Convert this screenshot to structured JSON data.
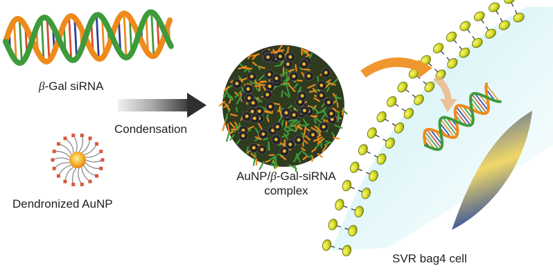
{
  "labels": {
    "sirna_prefix": "β",
    "sirna_name": "-Gal siRNA",
    "condensation": "Condensation",
    "aunp": "Dendronized AuNP",
    "complex_part1": "AuNP/",
    "complex_beta": "β",
    "complex_part2": "-Gal-siRNA",
    "complex_line2": "complex",
    "cell": "SVR bag4 cell"
  },
  "colors": {
    "helix_green": "#3f9a3a",
    "helix_orange": "#ee8a1c",
    "base_pair_blue": "#2c3f9a",
    "gold_core": "#f6b12c",
    "dendron_red": "#d8573a",
    "lipid_head": "#d2d61f",
    "cell_interior": "#c9eef3",
    "nucleus": "#3656a6",
    "uptake_arrow": "#f0962e"
  }
}
